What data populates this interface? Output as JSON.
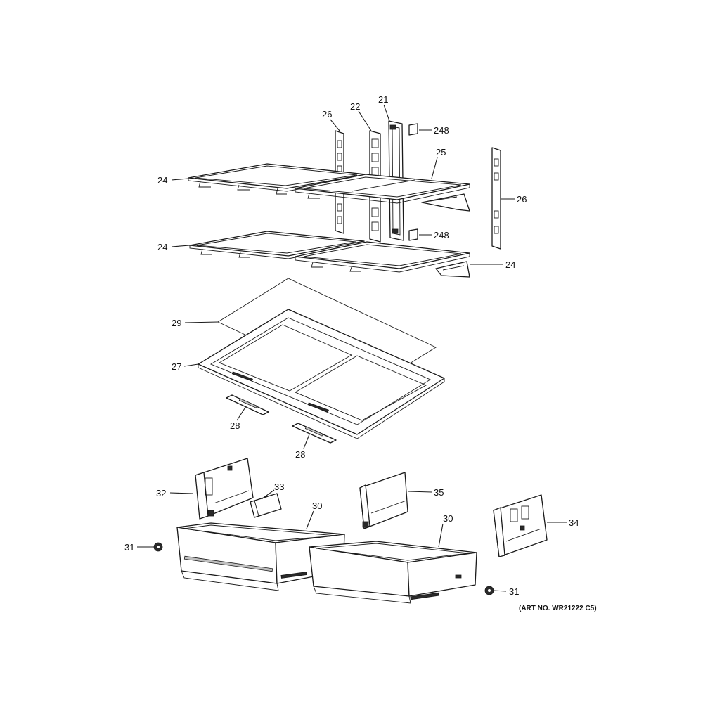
{
  "callouts": {
    "c21": "21",
    "c22": "22",
    "c26a": "26",
    "c248a": "248",
    "c25": "25",
    "c24a": "24",
    "c26b": "26",
    "c24b": "24",
    "c248b": "248",
    "c24c": "24",
    "c29": "29",
    "c27": "27",
    "c28a": "28",
    "c28b": "28",
    "c32": "32",
    "c33": "33",
    "c35": "35",
    "c30a": "30",
    "c30b": "30",
    "c34": "34",
    "c31a": "31",
    "c31b": "31"
  },
  "art_number": "(ART NO. WR21222 C5)"
}
